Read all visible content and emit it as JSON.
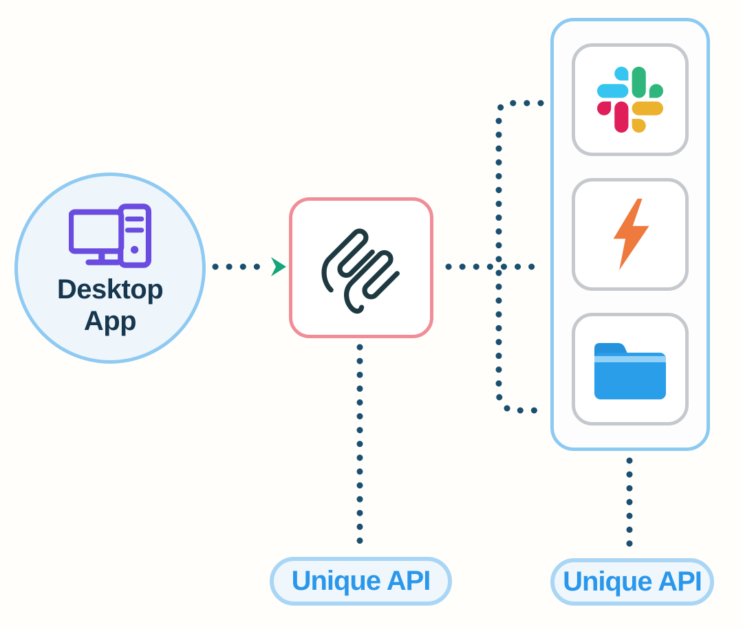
{
  "diagram": {
    "desktop_node": {
      "label_line1": "Desktop",
      "label_line2": "App",
      "icon": "desktop-computer-icon"
    },
    "hub_node": {
      "icon": "paperclip-logo-icon"
    },
    "apps_panel": {
      "items": [
        "slack-icon",
        "lightning-bolt-icon",
        "folder-icon"
      ]
    },
    "api_pills": {
      "left": "Unique API",
      "right": "Unique API"
    }
  },
  "colors": {
    "bg": "#fffefb",
    "circle_fill": "#eef5fb",
    "circle_border": "#8ecaf2",
    "navy_text": "#16374e",
    "icon_purple": "#6a4ce0",
    "hub_border": "#f08d96",
    "hub_fill": "#ffffff",
    "logo_dark": "#1e3a40",
    "panel_border": "#8ccaf2",
    "panel_fill": "#fdfdfd",
    "box_border": "#c5c9cd",
    "box_fill": "#ffffff",
    "slack_blue": "#36C5F0",
    "slack_green": "#2EB67D",
    "slack_red": "#E01E5A",
    "slack_yellow": "#ECB22E",
    "bolt_orange": "#ee7a3e",
    "folder_blue": "#2b9eea",
    "folder_strip": "#93d1f7",
    "folder_tab": "#2492dc",
    "pill_border": "#a9d6f5",
    "pill_fill": "#eff7fd",
    "pill_text": "#2b97ea",
    "dot_color": "#1b4f6f",
    "arrow_teal": "#16a57b"
  }
}
